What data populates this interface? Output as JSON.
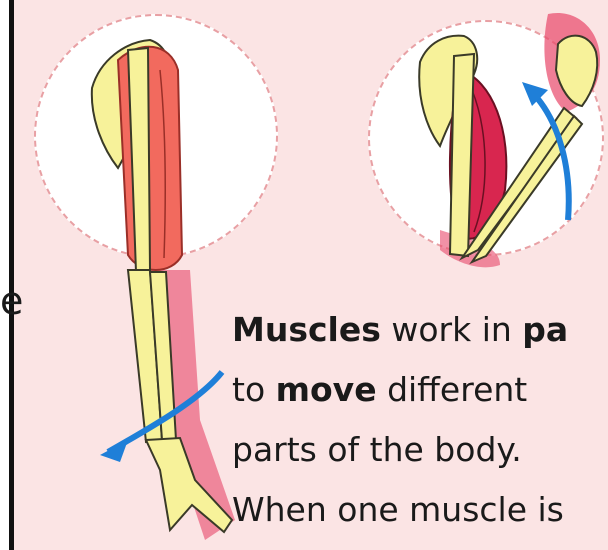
{
  "side_text": {
    "fragment": "e"
  },
  "caption": {
    "line1_bold": "Muscles",
    "line1_mid": " work in ",
    "line1_bold_end": "pa",
    "line2_start": "to ",
    "line2_bold": "move",
    "line2_end": " different",
    "line3": "parts of the body.",
    "line4": "When one muscle is"
  },
  "illustrations": {
    "relaxed_arm": "straight-arm-muscle-illustration",
    "flexed_arm": "bent-arm-muscle-illustration",
    "arrow_down": "curved-arrow-down-icon",
    "arrow_up": "curved-arrow-up-icon"
  },
  "colors": {
    "panel_bg": "#fbe4e4",
    "bone": "#f7f29a",
    "muscle_relaxed": "#f26a5e",
    "muscle_contracted": "#d8264f",
    "arrow": "#1f7fd8",
    "border": "#111111"
  }
}
